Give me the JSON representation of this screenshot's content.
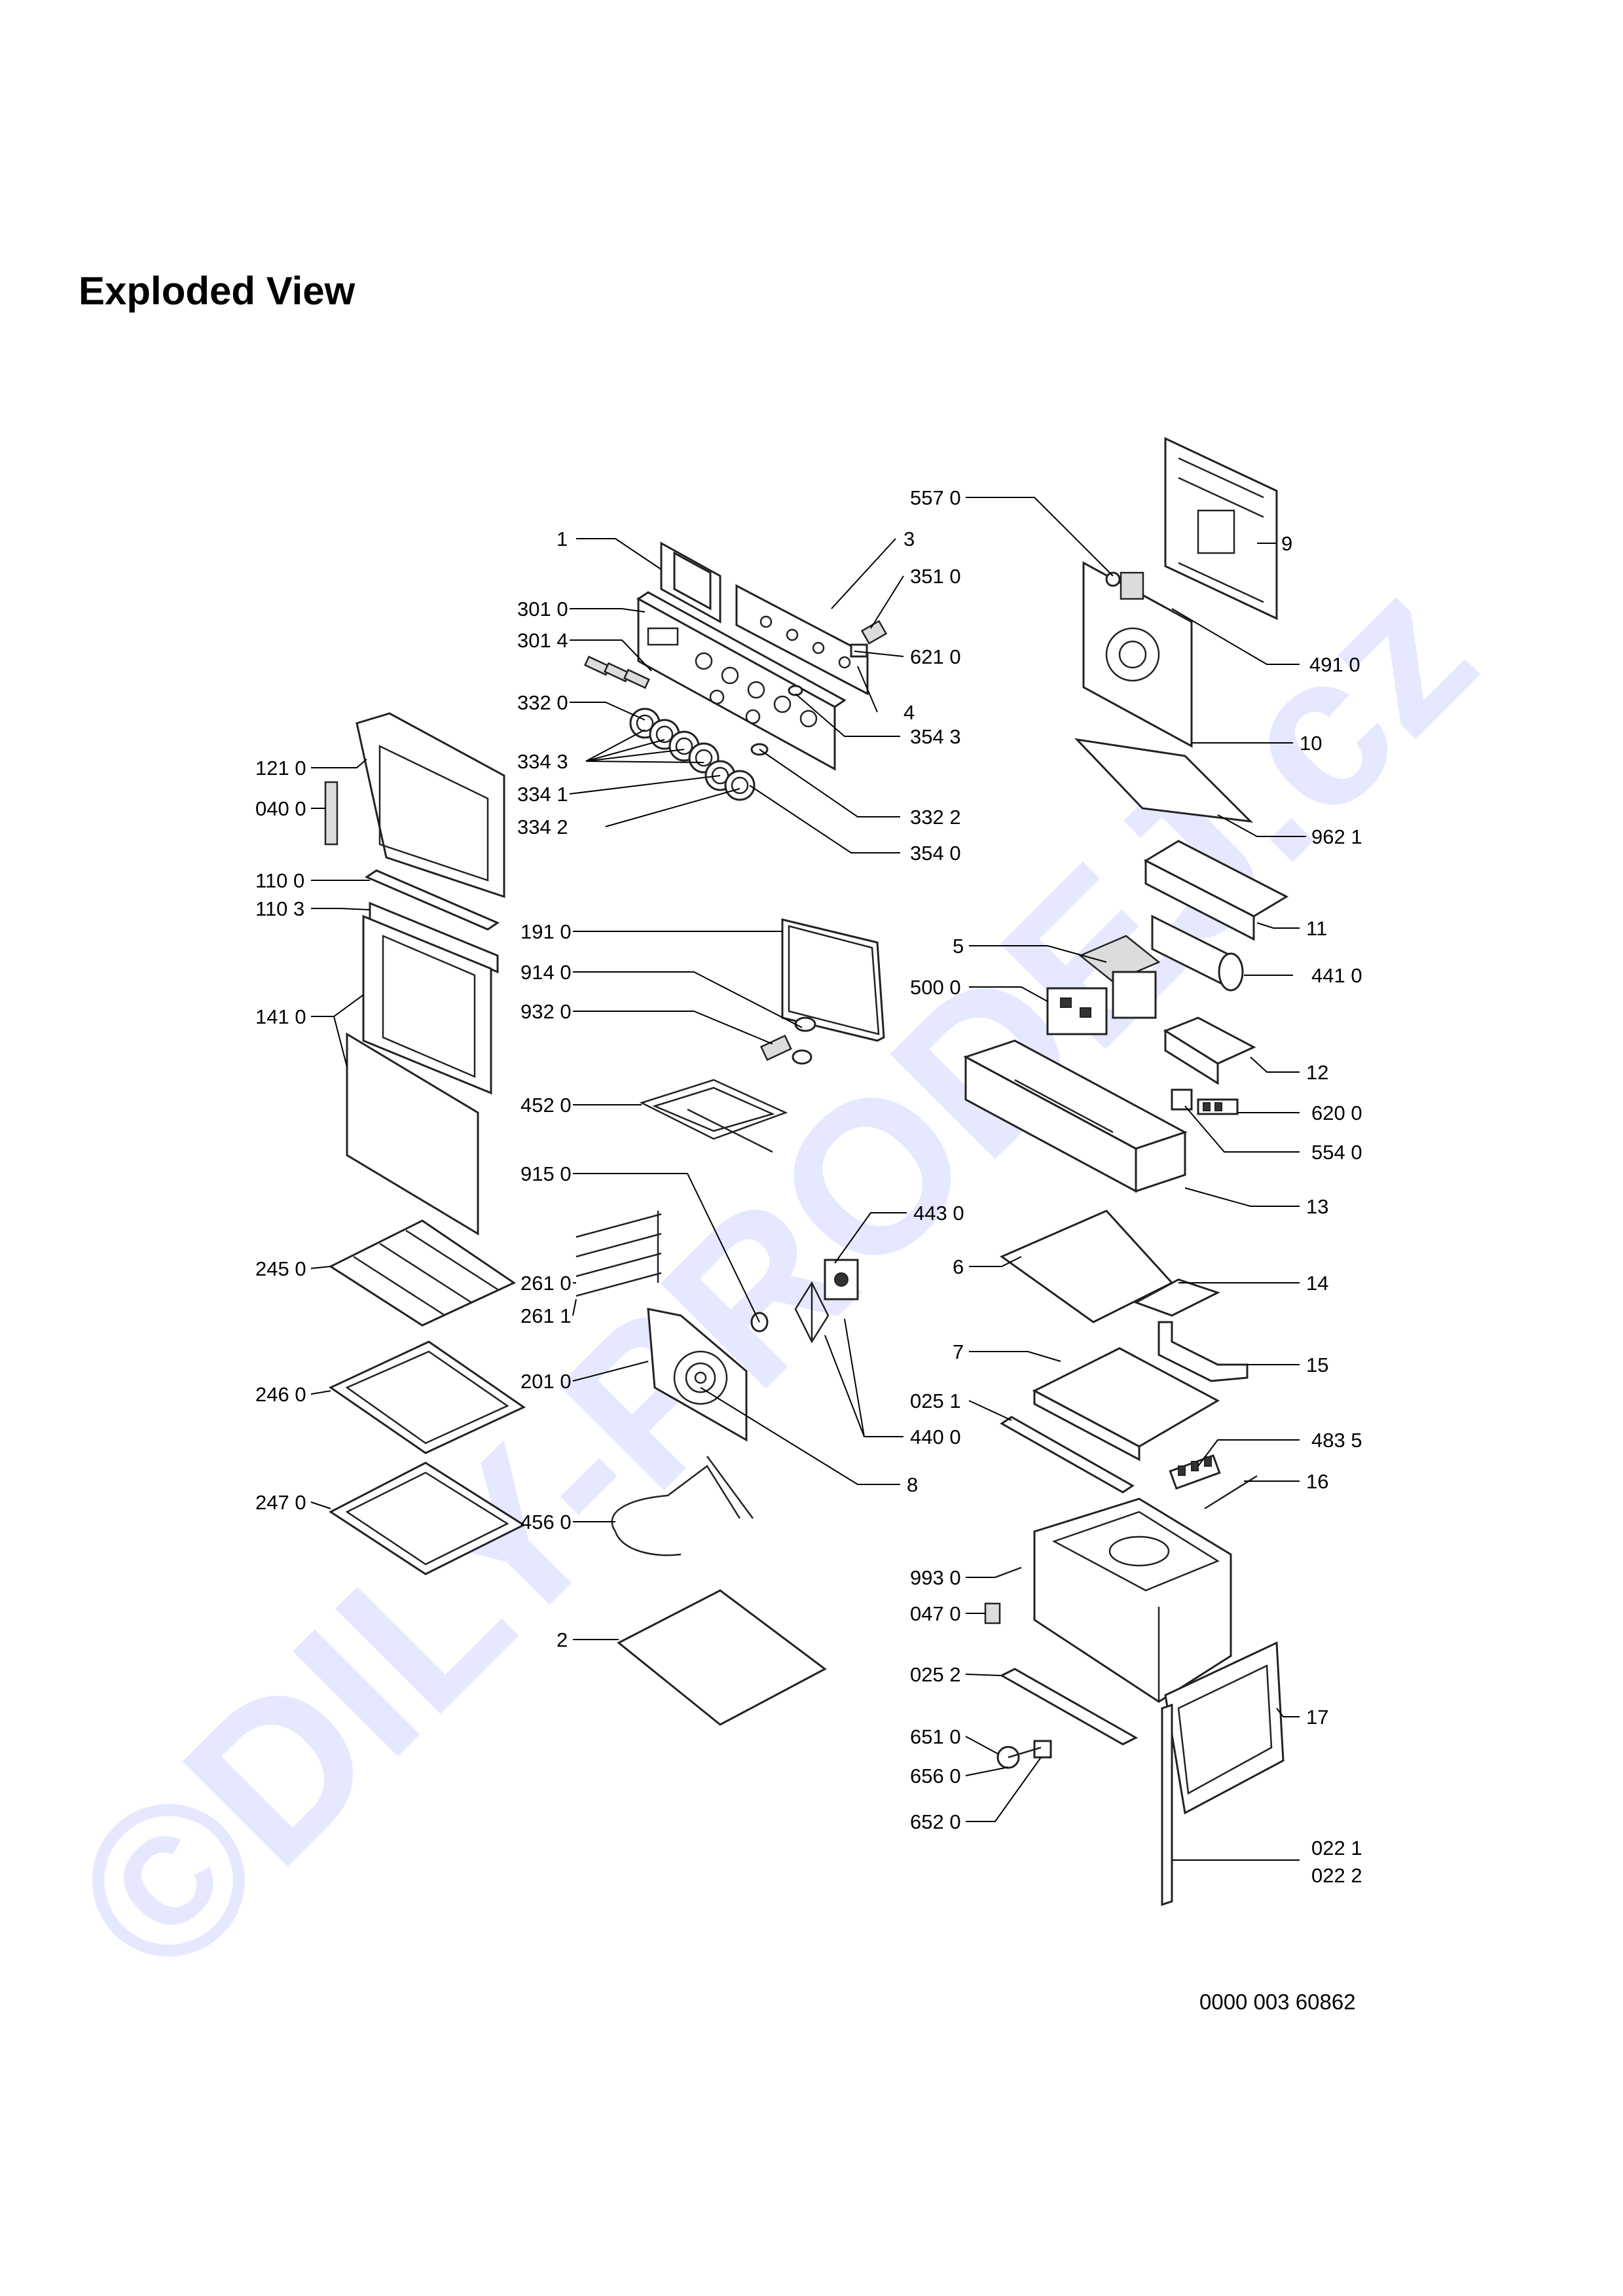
{
  "title": "Exploded View",
  "watermark": "©DILY-PRODEJ.cz",
  "document_number": "0000 003 60862",
  "callouts": [
    "1",
    "3",
    "301 0",
    "301 4",
    "332 0",
    "334 3",
    "334 1",
    "334 2",
    "351 0",
    "621 0",
    "4",
    "354 3",
    "332 2",
    "354 0",
    "557 0",
    "9",
    "491 0",
    "10",
    "962 1",
    "11",
    "441 0",
    "5",
    "500 0",
    "12",
    "620 0",
    "554 0",
    "13",
    "121 0",
    "040 0",
    "110 0",
    "110 3",
    "141 0",
    "191 0",
    "914 0",
    "932 0",
    "452 0",
    "915 0",
    "443 0",
    "245 0",
    "261 0",
    "261 1",
    "6",
    "14",
    "201 0",
    "7",
    "15",
    "025 1",
    "440 0",
    "246 0",
    "483 5",
    "8",
    "247 0",
    "16",
    "456 0",
    "993 0",
    "047 0",
    "2",
    "025 2",
    "17",
    "651 0",
    "656 0",
    "652 0",
    "022 1",
    "022 2"
  ]
}
